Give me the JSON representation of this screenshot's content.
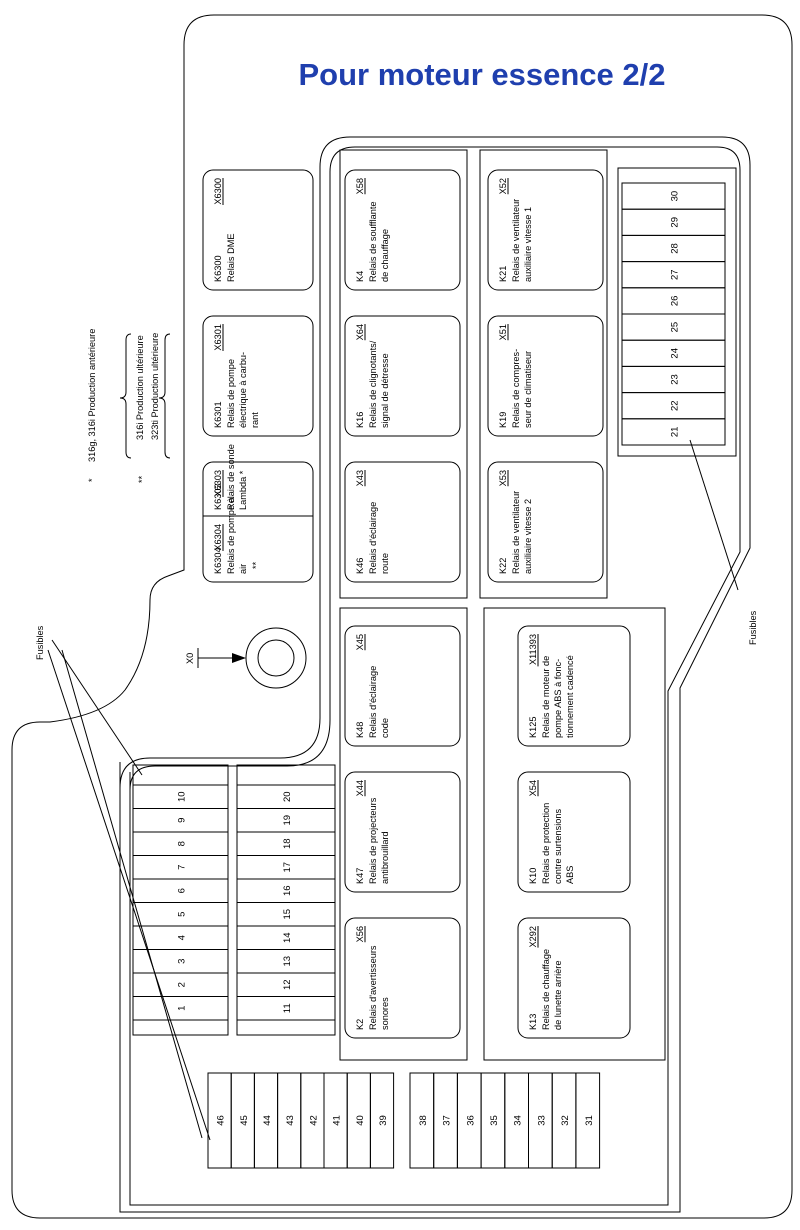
{
  "title": "Pour moteur essence 2/2",
  "footnotes": {
    "star": "*",
    "star_text": "316g, 316i Production antérieure",
    "dstar": "**",
    "dstar_text1": "316i Production ultérieure",
    "dstar_text2": "323ti Production ultérieure"
  },
  "ground": "X0",
  "fuse_label_left": "Fusibles",
  "fuse_label_right": "Fusibles",
  "relays": [
    {
      "id": "K6300",
      "conn": "X6300",
      "lines": [
        "Relais DME"
      ]
    },
    {
      "id": "K6301",
      "conn": "X6301",
      "lines": [
        "Relais de pompe",
        "électrique à carbu-",
        "rant"
      ]
    },
    {
      "id": "K6303",
      "conn": "X6303",
      "lines": [
        "Relais de sonde",
        "Lambda  *"
      ]
    },
    {
      "id": "K6304",
      "conn": "X6304",
      "lines": [
        "Relais de pompe à",
        "air"
      ],
      "mark": "**"
    },
    {
      "id": "K4",
      "conn": "X58",
      "lines": [
        "Relais de soufflante",
        "de chauffage"
      ]
    },
    {
      "id": "K16",
      "conn": "X64",
      "lines": [
        "Relais de clignotants/",
        "signal de détresse"
      ]
    },
    {
      "id": "K46",
      "conn": "X43",
      "lines": [
        "Relais d'éclairage",
        "route"
      ]
    },
    {
      "id": "K21",
      "conn": "X52",
      "lines": [
        "Relais de ventilateur",
        "auxiliaire vitesse 1"
      ]
    },
    {
      "id": "K19",
      "conn": "X51",
      "lines": [
        "Relais de compres-",
        "seur de climatiseur"
      ]
    },
    {
      "id": "K22",
      "conn": "X53",
      "lines": [
        "Relais de ventilateur",
        "auxiliaire vitesse 2"
      ]
    },
    {
      "id": "K48",
      "conn": "X45",
      "lines": [
        "Relais d'éclairage",
        "code"
      ]
    },
    {
      "id": "K47",
      "conn": "X44",
      "lines": [
        "Relais de projecteurs",
        "antibrouillard"
      ]
    },
    {
      "id": "K2",
      "conn": "X56",
      "lines": [
        "Relais d'avertisseurs",
        "sonores"
      ]
    },
    {
      "id": "K125",
      "conn": "X11393",
      "lines": [
        "Relais de moteur de",
        "pompe ABS à fonc-",
        "tionnement cadencé"
      ]
    },
    {
      "id": "K10",
      "conn": "X54",
      "lines": [
        "Relais de protection",
        "contre surtensions",
        "ABS"
      ]
    },
    {
      "id": "K13",
      "conn": "X292",
      "lines": [
        "Relais de chauffage",
        "de lunette arrière"
      ]
    }
  ],
  "fuses_a": [
    "1",
    "2",
    "3",
    "4",
    "5",
    "6",
    "7",
    "8",
    "9",
    "10"
  ],
  "fuses_b": [
    "11",
    "12",
    "13",
    "14",
    "15",
    "16",
    "17",
    "18",
    "19",
    "20"
  ],
  "fuses_c": [
    "21",
    "22",
    "23",
    "24",
    "25",
    "26",
    "27",
    "28",
    "29",
    "30"
  ],
  "fuses_d": [
    "46",
    "45",
    "44",
    "43",
    "42",
    "41",
    "40",
    "39"
  ],
  "fuses_e": [
    "38",
    "37",
    "36",
    "35",
    "34",
    "33",
    "32",
    "31"
  ]
}
